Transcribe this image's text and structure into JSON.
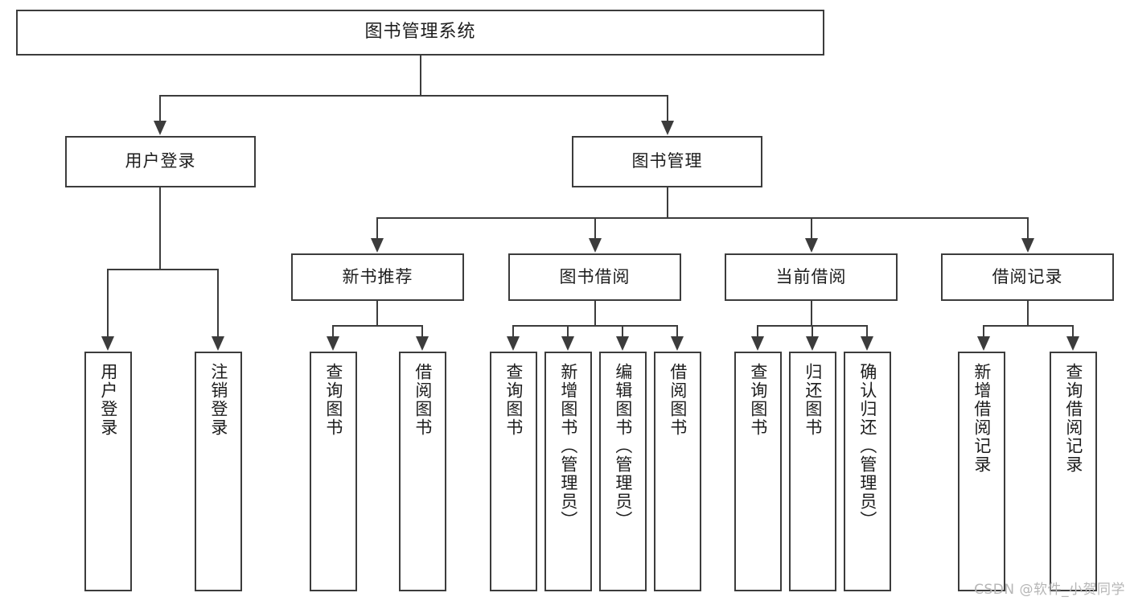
{
  "diagram": {
    "title": "图书管理系统",
    "type": "tree",
    "root": {
      "id": "root",
      "label": "图书管理系统"
    },
    "level2": [
      {
        "id": "user-login",
        "label": "用户登录"
      },
      {
        "id": "book-manage",
        "label": "图书管理"
      }
    ],
    "level3": [
      {
        "id": "new-book-recommend",
        "label": "新书推荐"
      },
      {
        "id": "book-borrow",
        "label": "图书借阅"
      },
      {
        "id": "current-borrow",
        "label": "当前借阅"
      },
      {
        "id": "borrow-record",
        "label": "借阅记录"
      }
    ],
    "leaves": {
      "user_login": [
        {
          "id": "leaf-user-login",
          "label": "用户登录"
        },
        {
          "id": "leaf-logout-login",
          "label": "注销登录"
        }
      ],
      "new_book_recommend": [
        {
          "id": "leaf-query-book-1",
          "label": "查询图书"
        },
        {
          "id": "leaf-borrow-book-1",
          "label": "借阅图书"
        }
      ],
      "book_borrow": [
        {
          "id": "leaf-query-book-2",
          "label": "查询图书"
        },
        {
          "id": "leaf-add-book",
          "label": "新增图书（管理员）"
        },
        {
          "id": "leaf-edit-book",
          "label": "编辑图书（管理员）"
        },
        {
          "id": "leaf-borrow-book-2",
          "label": "借阅图书"
        }
      ],
      "current_borrow": [
        {
          "id": "leaf-query-book-3",
          "label": "查询图书"
        },
        {
          "id": "leaf-return-book",
          "label": "归还图书"
        },
        {
          "id": "leaf-confirm-return",
          "label": "确认归还（管理员）"
        }
      ],
      "borrow_record": [
        {
          "id": "leaf-add-record",
          "label": "新增借阅记录"
        },
        {
          "id": "leaf-query-record",
          "label": "查询借阅记录"
        }
      ]
    }
  },
  "watermark": {
    "text": "CSDN @软件_小贺同学"
  },
  "colors": {
    "background": "#ffffff",
    "border": "#3c3c3c",
    "text": "#1d1d1d",
    "watermark": "#b6b6b6"
  }
}
